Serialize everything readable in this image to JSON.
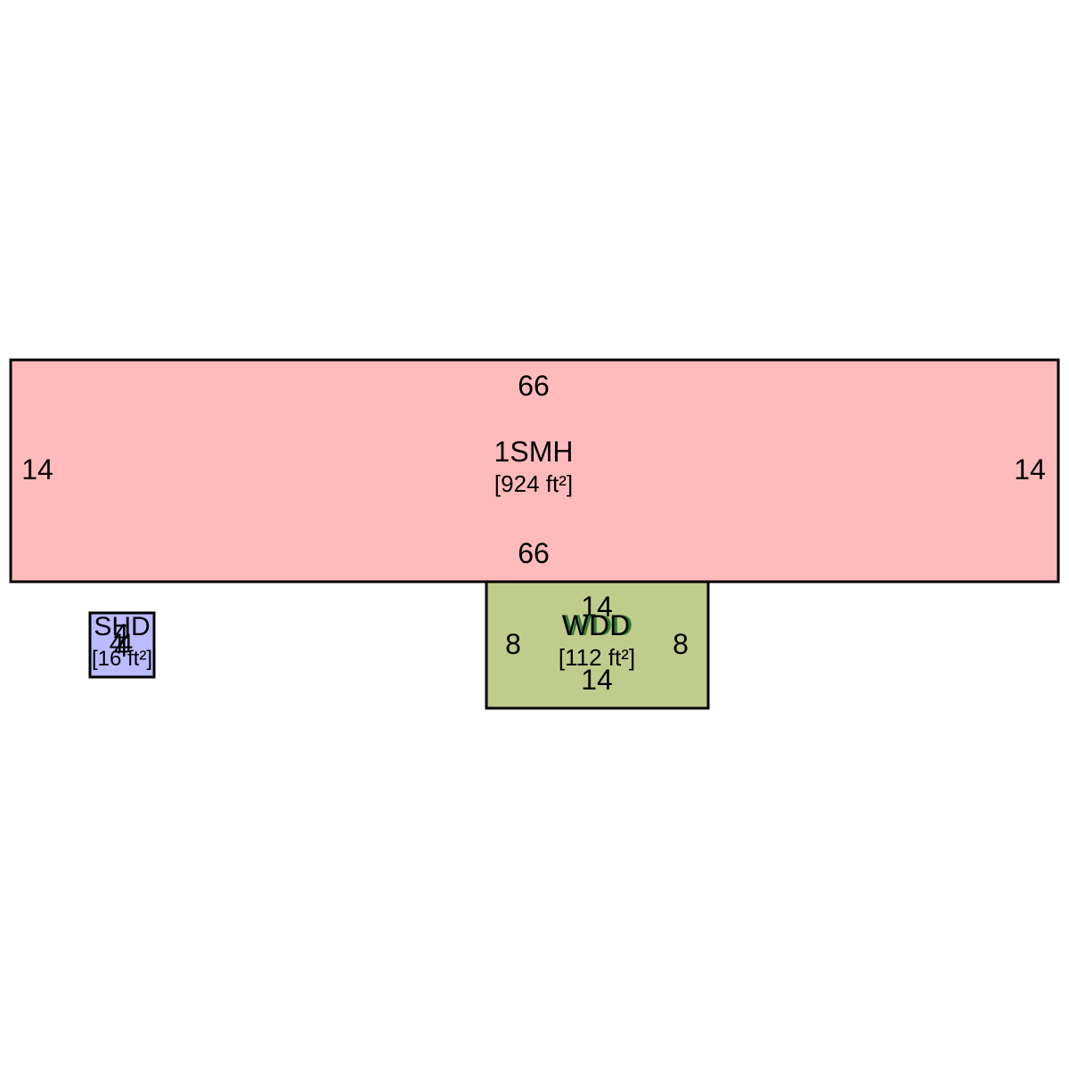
{
  "areas": {
    "main": {
      "code": "1SMH",
      "area": "[924 ft²]",
      "dim_top": "66",
      "dim_bottom": "66",
      "dim_left": "14",
      "dim_right": "14",
      "fill": "#ffbbbb"
    },
    "deck": {
      "code": "WDD",
      "area": "[112 ft²]",
      "dim_top": "14",
      "dim_bottom": "14",
      "dim_left": "8",
      "dim_right": "8",
      "fill": "#bfcc8c",
      "overlay_label": "WDD",
      "overlay_color": "#2e7d2e"
    },
    "shed": {
      "code": "SHD",
      "area": "[16 ft²]",
      "dim_top": "4",
      "dim_bottom": "4",
      "dim_left": "4",
      "dim_right": "4",
      "fill": "#bbbbff"
    }
  }
}
